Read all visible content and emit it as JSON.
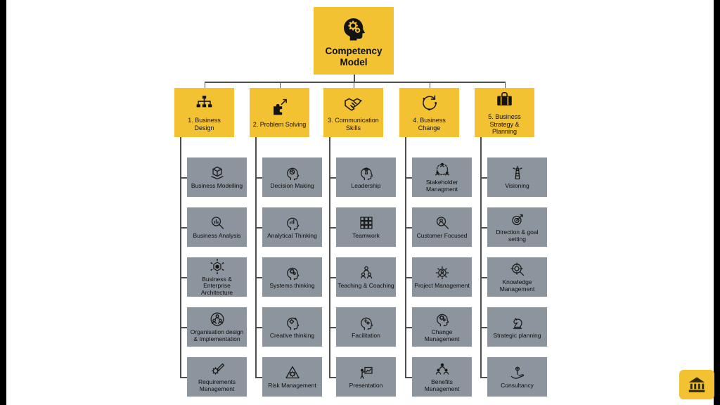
{
  "palette": {
    "yellow": "#F2C233",
    "gray": "#8C959D",
    "line": "#4f4f4f",
    "text": "#111111"
  },
  "root": {
    "title": "Competency Model",
    "icon": "head-gears-icon"
  },
  "categories": [
    {
      "label": "1. Business Design",
      "icon": "org-chart-icon",
      "items": [
        {
          "label": "Business Modelling",
          "icon": "cube-icon"
        },
        {
          "label": "Business Analysis",
          "icon": "magnifier-chart-icon"
        },
        {
          "label": "Business & Enterprise Architecture",
          "icon": "hexagon-network-icon"
        },
        {
          "label": "Organisation design & Implementation",
          "icon": "people-network-icon"
        },
        {
          "label": "Requirements Management",
          "icon": "gear-pencil-icon"
        }
      ]
    },
    {
      "label": "2. Problem Solving",
      "icon": "puzzle-arrow-icon",
      "items": [
        {
          "label": "Decision Making",
          "icon": "head-pie-icon"
        },
        {
          "label": "Analytical Thinking",
          "icon": "head-chart-icon"
        },
        {
          "label": "Systems thinking",
          "icon": "head-gear-icon"
        },
        {
          "label": "Creative thinking",
          "icon": "head-star-icon"
        },
        {
          "label": "Risk Management",
          "icon": "gear-triangle-icon"
        }
      ]
    },
    {
      "label": "3. Communication Skills",
      "icon": "handshake-icon",
      "items": [
        {
          "label": "Leadership",
          "icon": "head-lighthouse-icon"
        },
        {
          "label": "Teamwork",
          "icon": "grid-blocks-icon"
        },
        {
          "label": "Teaching & Coaching",
          "icon": "teaching-icon"
        },
        {
          "label": "Facilitation",
          "icon": "head-plus-icon"
        },
        {
          "label": "Presentation",
          "icon": "presentation-icon"
        }
      ]
    },
    {
      "label": "4. Business Change",
      "icon": "cycle-arrows-icon",
      "items": [
        {
          "label": "Stakeholder Managment",
          "icon": "people-circle-icon"
        },
        {
          "label": "Customer Focused",
          "icon": "magnifier-person-icon"
        },
        {
          "label": "Project Management",
          "icon": "gear-person-icon"
        },
        {
          "label": "Change Management",
          "icon": "head-gear-icon"
        },
        {
          "label": "Benefits Management",
          "icon": "people-group-icon"
        }
      ]
    },
    {
      "label": "5. Business Strategy & Planning",
      "icon": "briefcase-icon",
      "items": [
        {
          "label": "Visioning",
          "icon": "lighthouse-icon"
        },
        {
          "label": "Direction & goal setting",
          "icon": "goal-target-icon"
        },
        {
          "label": "Knowledge Management",
          "icon": "knowledge-target-icon"
        },
        {
          "label": "Strategic planning",
          "icon": "knight-icon"
        },
        {
          "label": "Consultancy",
          "icon": "hand-plant-icon"
        }
      ]
    }
  ],
  "corner_badge": {
    "icon": "bank-icon"
  }
}
